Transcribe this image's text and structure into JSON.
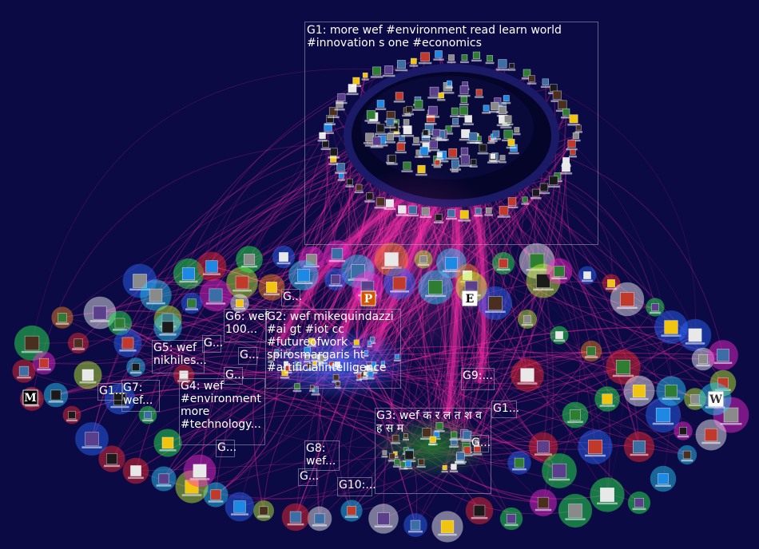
{
  "colors": {
    "background": "#0b0a45",
    "edge": "#ff2aa6",
    "label": "#ffffff",
    "box": "#a9a9bf"
  },
  "groups": [
    {
      "id": "g1",
      "label": "G1: more wef #environment read learn world\n#innovation s one #economics"
    },
    {
      "id": "g2",
      "label": "G2: wef mikequindazzi\n#ai gt #iot cc\n#futureofwork\nspirosmargaris ht\n#artificialintelligence"
    },
    {
      "id": "g3",
      "label": "G3: wef क र ल त श व\nह स म"
    },
    {
      "id": "g4",
      "label": "G4: wef\n#environment\nmore\n#technology..."
    },
    {
      "id": "g5",
      "label": "G5: wef\nnikhiles..."
    },
    {
      "id": "g6",
      "label": "G6: wef\n100..."
    },
    {
      "id": "g7",
      "label": "G7:\nwef..."
    },
    {
      "id": "g8",
      "label": "G8:\nwef..."
    },
    {
      "id": "g9",
      "label": "G9:..."
    },
    {
      "id": "g10",
      "label": "G10:..."
    },
    {
      "id": "g11",
      "label": "G1..."
    },
    {
      "id": "g12",
      "label": "G1..."
    },
    {
      "id": "g13",
      "label": "G..."
    },
    {
      "id": "g14",
      "label": "G..."
    },
    {
      "id": "g15",
      "label": "G..."
    },
    {
      "id": "g16",
      "label": "G..."
    },
    {
      "id": "g17",
      "label": "G..."
    },
    {
      "id": "g18",
      "label": "G..."
    },
    {
      "id": "g19",
      "label": "G..."
    }
  ],
  "nodes": {
    "logo_letters": [
      "M",
      "E",
      "P",
      "W"
    ]
  }
}
